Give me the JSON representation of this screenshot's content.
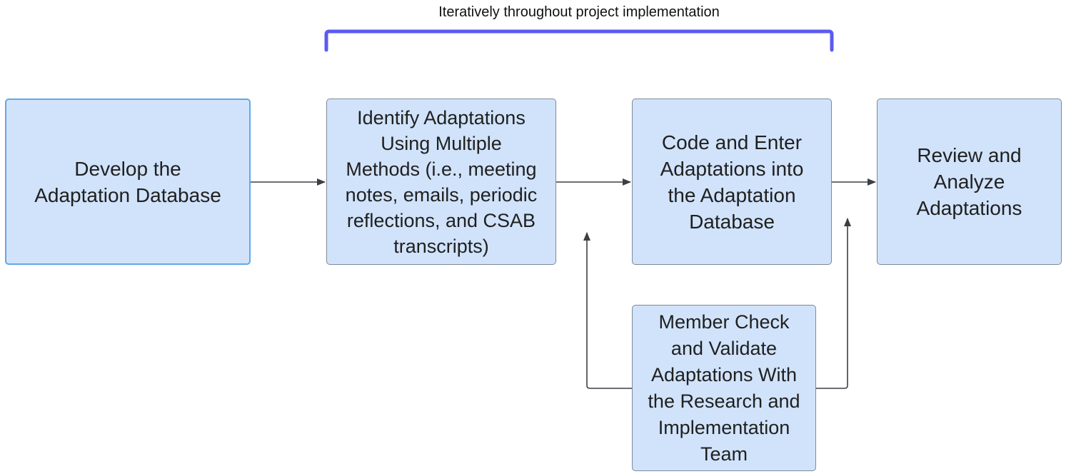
{
  "header": {
    "bracket_label": "Iteratively throughout project implementation",
    "bracket_color": "#5b5bf0"
  },
  "boxes": {
    "develop": "Develop the\nAdaptation Database",
    "identify": "Identify Adaptations\nUsing Multiple\nMethods (i.e., meeting\nnotes, emails, periodic\nreflections, and CSAB\ntranscripts)",
    "code": "Code and Enter\nAdaptations into\nthe Adaptation\nDatabase",
    "review": "Review and\nAnalyze\nAdaptations",
    "member": "Member Check\nand Validate\nAdaptations With\nthe Research and\nImplementation\nTeam"
  },
  "colors": {
    "box_fill": "#d1e3fb",
    "box_border": "#7d8a99",
    "first_box_border": "#62a8e8",
    "connector": "#3c3f45"
  }
}
